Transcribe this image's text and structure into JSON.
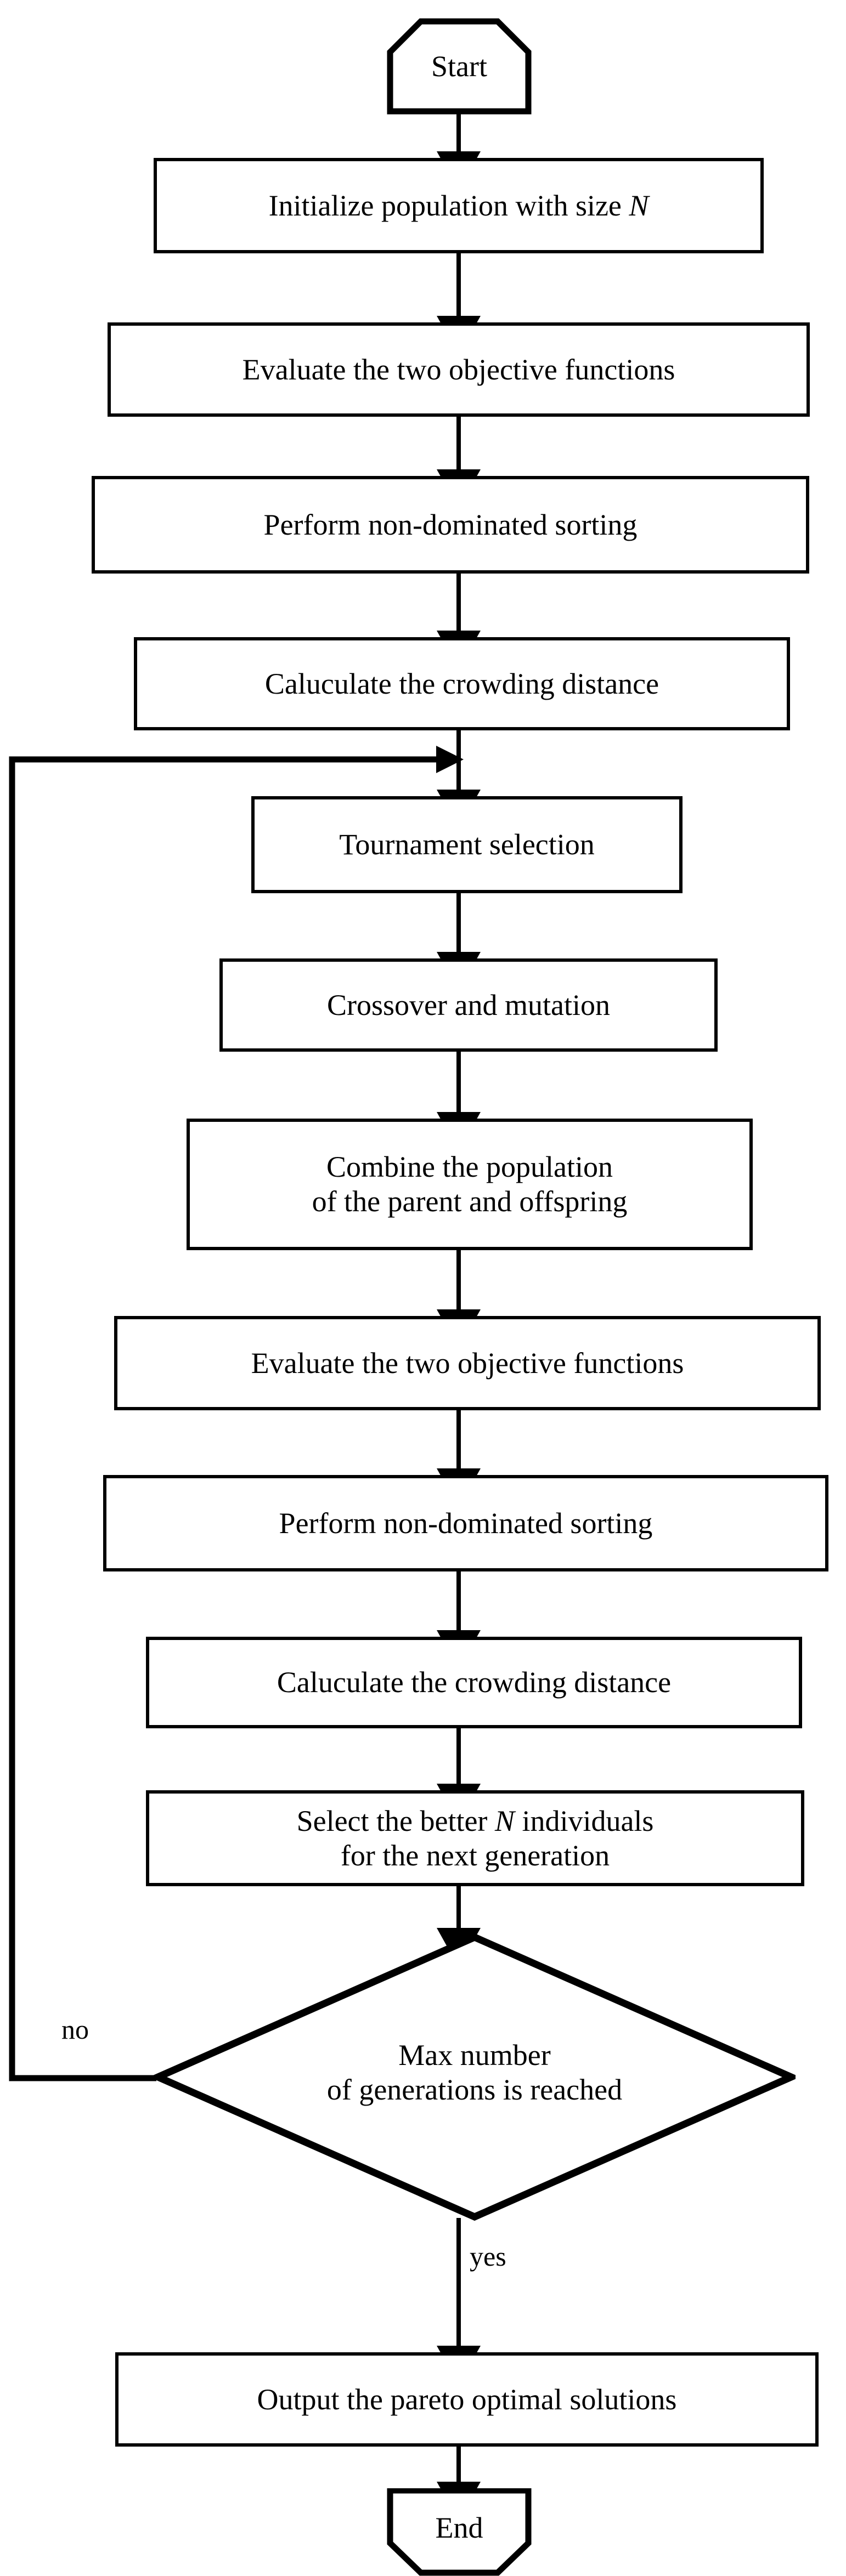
{
  "diagram": {
    "title": "NSGA-II multi-objective optimization flowchart",
    "type": "flowchart",
    "stroke_color": "#000000",
    "fill_color": "#ffffff",
    "nodes": [
      {
        "id": "start",
        "shape": "terminator-pentagon",
        "label": "Start"
      },
      {
        "id": "init",
        "shape": "process",
        "label_pre": "Initialize population with size ",
        "label_italic": "N",
        "label_post": ""
      },
      {
        "id": "eval1",
        "shape": "process",
        "label": "Evaluate the two objective functions"
      },
      {
        "id": "sort1",
        "shape": "process",
        "label": "Perform non-dominated sorting"
      },
      {
        "id": "crowd1",
        "shape": "process",
        "label": "Caluculate the crowding distance"
      },
      {
        "id": "tournament",
        "shape": "process",
        "label": "Tournament selection"
      },
      {
        "id": "crossover",
        "shape": "process",
        "label": "Crossover and mutation"
      },
      {
        "id": "combine",
        "shape": "process",
        "label": "Combine the population\nof the parent and offspring"
      },
      {
        "id": "eval2",
        "shape": "process",
        "label": "Evaluate the two objective functions"
      },
      {
        "id": "sort2",
        "shape": "process",
        "label": "Perform non-dominated sorting"
      },
      {
        "id": "crowd2",
        "shape": "process",
        "label": "Caluculate the crowding distance"
      },
      {
        "id": "select",
        "shape": "process",
        "label_pre": "Select the better ",
        "label_italic": "N",
        "label_post": " individuals\nfor the next generation"
      },
      {
        "id": "decision",
        "shape": "diamond",
        "label": "Max number\nof generations is reached"
      },
      {
        "id": "output",
        "shape": "process",
        "label": "Output the pareto optimal solutions"
      },
      {
        "id": "end",
        "shape": "terminator-pentagon-inverted",
        "label": "End"
      }
    ],
    "edge_labels": {
      "no": "no",
      "yes": "yes"
    },
    "edges": [
      {
        "from": "start",
        "to": "init"
      },
      {
        "from": "init",
        "to": "eval1"
      },
      {
        "from": "eval1",
        "to": "sort1"
      },
      {
        "from": "sort1",
        "to": "crowd1"
      },
      {
        "from": "crowd1",
        "to": "tournament"
      },
      {
        "from": "tournament",
        "to": "crossover"
      },
      {
        "from": "crossover",
        "to": "combine"
      },
      {
        "from": "combine",
        "to": "eval2"
      },
      {
        "from": "eval2",
        "to": "sort2"
      },
      {
        "from": "sort2",
        "to": "crowd2"
      },
      {
        "from": "crowd2",
        "to": "select"
      },
      {
        "from": "select",
        "to": "decision"
      },
      {
        "from": "decision",
        "to": "tournament",
        "label": "no"
      },
      {
        "from": "decision",
        "to": "output",
        "label": "yes"
      },
      {
        "from": "output",
        "to": "end"
      }
    ]
  }
}
